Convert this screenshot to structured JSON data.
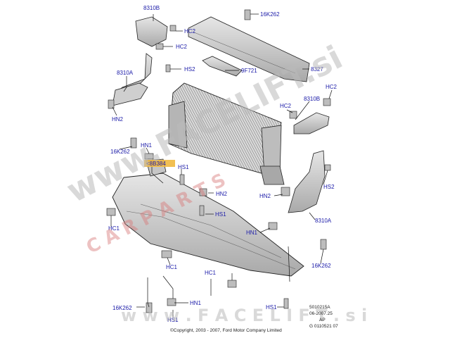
{
  "callouts": {
    "c_8310b_top": "8310B",
    "c_16k262_top": "16K262",
    "c_hc2_a": "HC2",
    "c_hc2_b": "HC2",
    "c_8310a_left": "8310A",
    "c_hs2_left": "HS2",
    "c_9f721": "9F721",
    "c_8327": "8327",
    "c_hc2_right": "HC2",
    "c_8310b_right": "8310B",
    "c_hc2_mid": "HC2",
    "c_hn2_left": "HN2",
    "c_16k262_left": "16K262",
    "c_hn1_upper": "HN1",
    "c_8b384": "<8B384",
    "c_hs1_a": "HS1",
    "c_hn2_center": "HN2",
    "c_hs1_b": "HS1",
    "c_hn2_right": "HN2",
    "c_hs2_right": "HS2",
    "c_8310a_right": "8310A",
    "c_hc1_left": "HC1",
    "c_hn1_right": "HN1",
    "c_hc1_center": "HC1",
    "c_hc1_bottom": "HC1",
    "c_16k262_right": "16K262",
    "c_16k262_bottom": "16K262",
    "c_hn1_bottom": "HN1",
    "c_hs1_bottom_left": "HS1",
    "c_hs1_bottom_right": "HS1"
  },
  "footer": {
    "copyright": "©Copyright, 2003 - 2007, Ford Motor Company Limited",
    "code_line1": "5010215A",
    "code_line2": "06-2007.25",
    "code_line3": "AP",
    "code_line4": "G 0110521 07"
  },
  "watermarks": {
    "main": "www.FACELIFT.si",
    "car_parts": "C A R   P A R T S",
    "bottom": "w w w . F A C E L I F T . s i"
  },
  "colors": {
    "callout_text": "#1a1aa8",
    "line": "#111111",
    "highlight_box": "#f0b840",
    "watermark_red": "#d27878"
  }
}
